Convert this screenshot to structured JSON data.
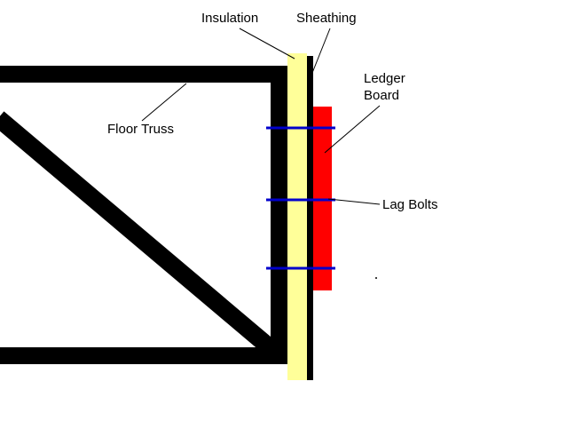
{
  "labels": {
    "insulation": "Insulation",
    "sheathing": "Sheathing",
    "ledger_line1": "Ledger",
    "ledger_line2": "Board",
    "floor_truss": "Floor Truss",
    "lag_bolts": "Lag Bolts"
  },
  "colors": {
    "truss": "#000000",
    "insulation": "#ffff99",
    "sheathing": "#000000",
    "ledger_board": "#ff0000",
    "lag_bolt": "#0000cc",
    "leader": "#000000"
  }
}
